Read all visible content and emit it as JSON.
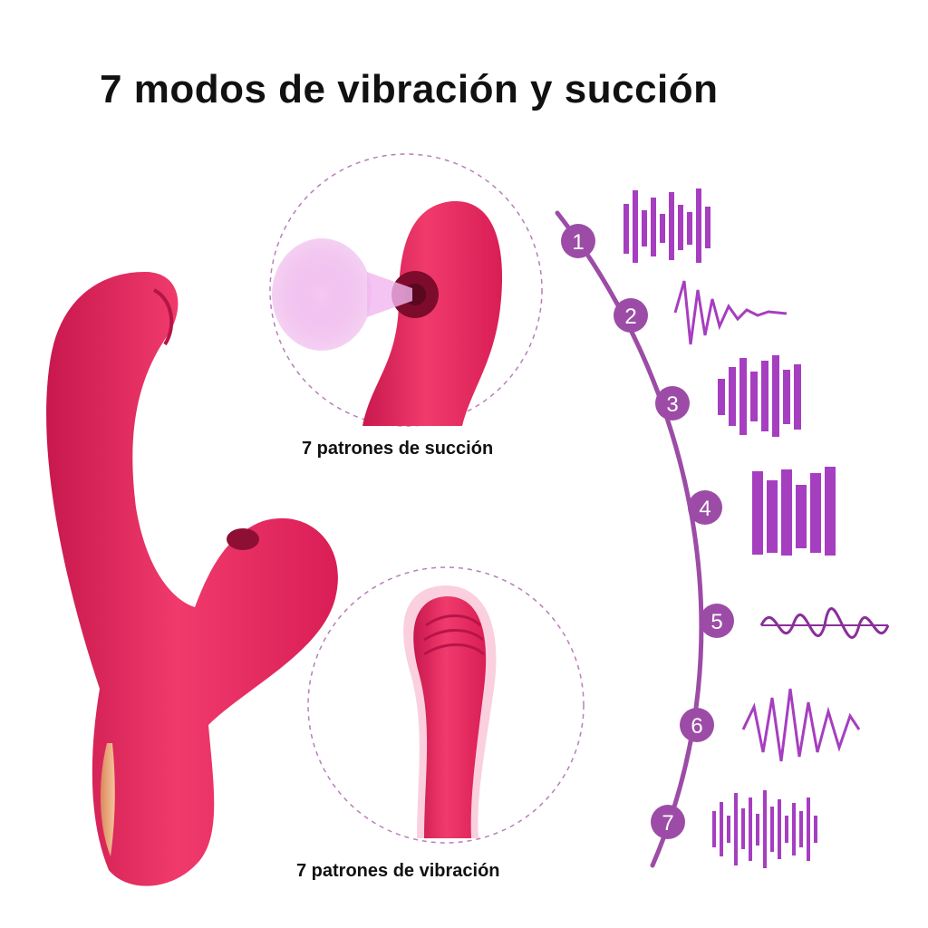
{
  "title": "7 modos de vibración y succión",
  "captions": {
    "suction": "7 patrones de succión",
    "vibration": "7 patrones de vibración"
  },
  "modes": [
    "1",
    "2",
    "3",
    "4",
    "5",
    "6",
    "7"
  ],
  "colors": {
    "product": "#e8245c",
    "product_dark": "#c01848",
    "accent_purple": "#9c4ca6",
    "wave_purple": "#a63ec0",
    "gold": "#e9a67a"
  }
}
